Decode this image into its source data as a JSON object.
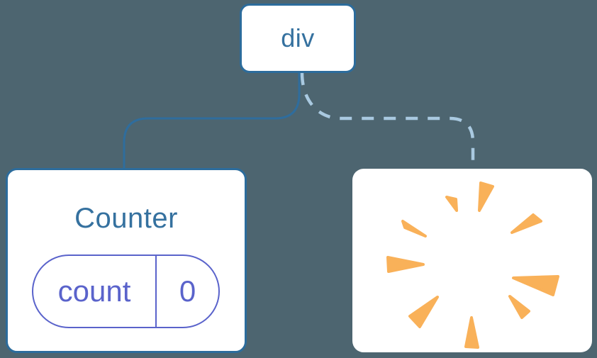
{
  "colors": {
    "background": "#4D6570",
    "node-bg": "#FFFFFF",
    "node-border": "#2C6C9C",
    "node-text": "#35719F",
    "solid-link": "#2F6D9D",
    "dashed-link": "#A9C9E0",
    "state-purple": "#5A63CB",
    "poof-orange": "#F9B159"
  },
  "tree": {
    "root": {
      "label": "div"
    },
    "counter": {
      "title": "Counter",
      "state": {
        "name": "count",
        "value": "0"
      }
    },
    "removed": {
      "icon": "poof-burst-icon"
    }
  }
}
